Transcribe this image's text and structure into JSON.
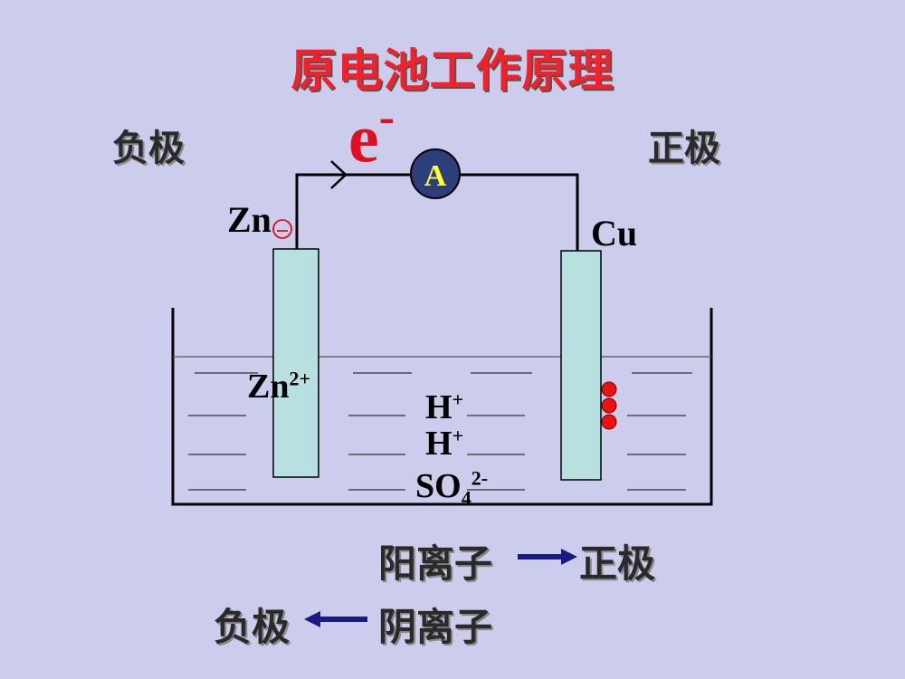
{
  "title": "原电池工作原理",
  "negative_pole": "负极",
  "positive_pole": "正极",
  "electron": {
    "base": "e",
    "charge": "-"
  },
  "ammeter": "A",
  "zn_label": "Zn",
  "cu_label": "Cu",
  "ions": {
    "zn_ion": {
      "base": "Zn",
      "charge": "2+"
    },
    "h_ion_1": {
      "base": "H",
      "charge": "+"
    },
    "h_ion_2": {
      "base": "H",
      "charge": "+"
    },
    "sulfate": {
      "base": "SO",
      "sub": "4",
      "charge": "2-"
    }
  },
  "rules": {
    "cation": "阳离子",
    "cation_target": "正极",
    "anion_target": "负极",
    "anion": "阴离子"
  },
  "colors": {
    "background": "#ccccec",
    "title": "#f5202a",
    "electrode": "#b8e0e0",
    "bubble": "#ee1111",
    "ammeter_fill": "#2c3f7a",
    "ammeter_text": "#ffff33",
    "arrow": "#1a1a80"
  }
}
